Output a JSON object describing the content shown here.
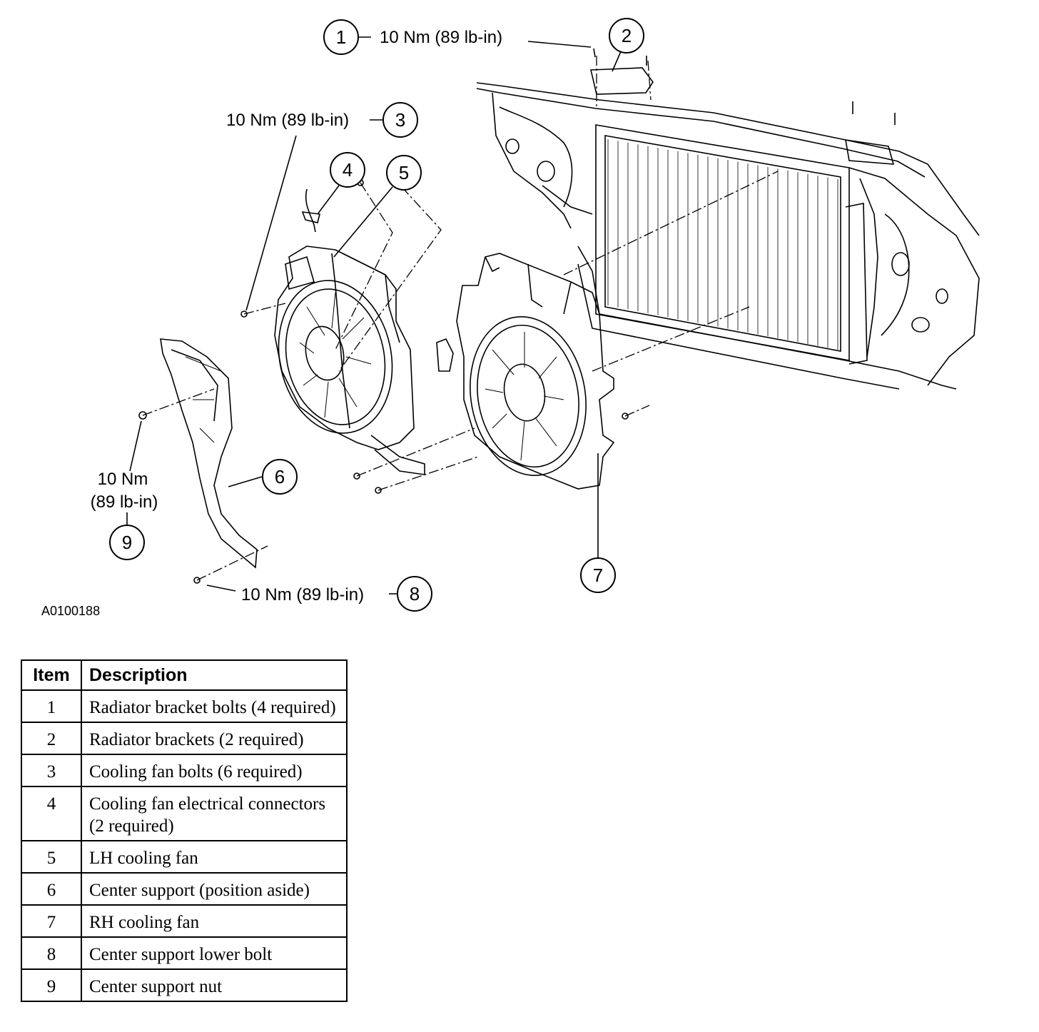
{
  "figure_id": "A0100188",
  "callouts": [
    {
      "num": "1",
      "torque": "10 Nm (89 lb-in)"
    },
    {
      "num": "2",
      "torque": ""
    },
    {
      "num": "3",
      "torque": "10 Nm (89 lb-in)"
    },
    {
      "num": "4",
      "torque": ""
    },
    {
      "num": "5",
      "torque": ""
    },
    {
      "num": "6",
      "torque": ""
    },
    {
      "num": "7",
      "torque": ""
    },
    {
      "num": "8",
      "torque": "10 Nm (89 lb-in)"
    },
    {
      "num": "9",
      "torque_line1": "10 Nm",
      "torque_line2": "(89 lb-in)"
    }
  ],
  "legend": {
    "header_item": "Item",
    "header_description": "Description",
    "rows": [
      {
        "item": "1",
        "description": "Radiator bracket bolts (4 required)"
      },
      {
        "item": "2",
        "description": "Radiator brackets (2 required)"
      },
      {
        "item": "3",
        "description": "Cooling fan bolts (6 required)"
      },
      {
        "item": "4",
        "description": "Cooling fan electrical connectors (2 required)"
      },
      {
        "item": "5",
        "description": "LH cooling fan"
      },
      {
        "item": "6",
        "description": "Center support (position aside)"
      },
      {
        "item": "7",
        "description": "RH cooling fan"
      },
      {
        "item": "8",
        "description": "Center support lower bolt"
      },
      {
        "item": "9",
        "description": "Center support nut"
      }
    ]
  }
}
